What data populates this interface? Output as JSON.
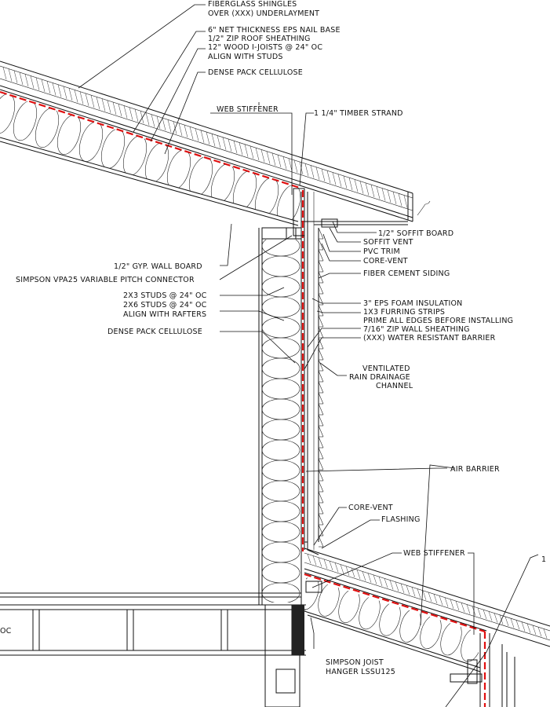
{
  "labels": {
    "shingles": "FIBERGLASS SHINGLES",
    "underlayment": "OVER (XXX) UNDERLAYMENT",
    "eps_nail_base": "6\" NET THICKNESS EPS NAIL BASE",
    "zip_roof": "1/2\" ZIP ROOF SHEATHING",
    "i_joists": "12\" WOOD I-JOISTS @ 24\" OC",
    "align_studs": "ALIGN WITH STUDS",
    "dense_pack_top": "DENSE PACK CELLULOSE",
    "web_stiffener_top": "WEB STIFFENER",
    "timber_strand": "1 1/4\" TIMBER STRAND",
    "soffit_board": "1/2\" SOFFIT BOARD",
    "soffit_vent": "SOFFIT VENT",
    "pvc_trim": "PVC TRIM",
    "core_vent_top": "CORE-VENT",
    "gyp_board": "1/2\" GYP. WALL BOARD",
    "simpson_vpa": "SIMPSON VPA25 VARIABLE PITCH CONNECTOR",
    "fiber_cement": "FIBER CEMENT SIDING",
    "studs_2x3": "2X3 STUDS @ 24\" OC",
    "studs_2x6": "2X6 STUDS @ 24\" OC",
    "align_rafters": "ALIGN WITH RAFTERS",
    "eps_foam": "3\" EPS FOAM INSULATION",
    "furring": "1X3 FURRING STRIPS",
    "prime_edges": "PRIME ALL EDGES BEFORE INSTALLING",
    "zip_wall": "7/16\" ZIP WALL SHEATHING",
    "wrb": "(XXX) WATER RESISTANT BARRIER",
    "dense_pack_wall": "DENSE PACK CELLULOSE",
    "ventilated": "VENTILATED",
    "rain_drainage": "RAIN DRAINAGE",
    "channel": "CHANNEL",
    "air_barrier": "AIR BARRIER",
    "core_vent_low": "CORE-VENT",
    "flashing": "FLASHING",
    "web_stiffener_low": "WEB STIFFENER",
    "simpson_joist": "SIMPSON JOIST",
    "hanger": "HANGER LSSU125",
    "cut_left": "OC",
    "cut_right": "1"
  },
  "colors": {
    "line": "#111111",
    "air_barrier_red": "#e01010",
    "background": "#ffffff"
  }
}
